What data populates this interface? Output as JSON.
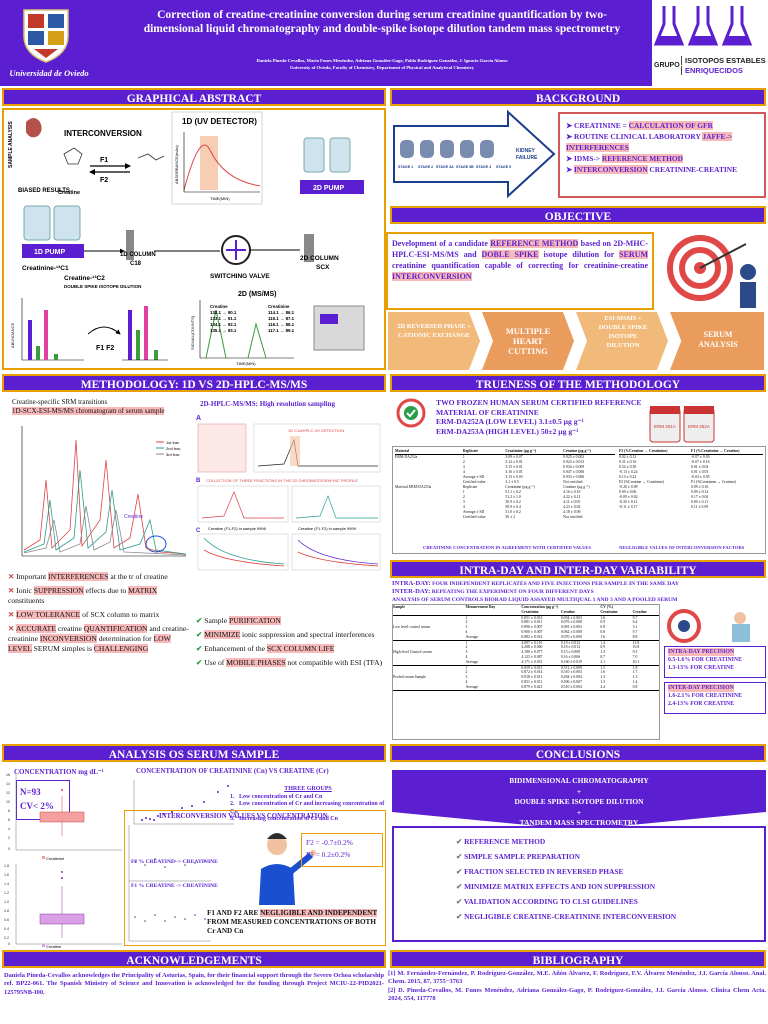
{
  "header": {
    "title": "Correction of creatine-creatinine conversion during serum creatinine quantification by two-dimensional liquid chromatography and double-spike isotope dilution tandem mass spectrometry",
    "authors": "Daniela Pineda-Cevallos, María Funes Menéndez, Adriana González-Gago, Pablo Rodríguez González, J. Ignacio García Alonso",
    "affiliation": "University of Oviedo, Faculty of Chemistry, Department of Physical and Analytical Chemistry",
    "university": "Universidad de Oviedo",
    "group_label": "GRUPO",
    "group_name_1": "ISOTOPOS ESTABLES",
    "group_name_2": "ENRIQUECIDOS"
  },
  "graphical_abstract": {
    "title": "GRAPHICAL ABSTRACT",
    "interconversion": "INTERCONVERSION",
    "sample_analysis": "SAMPLE ANALYSIS",
    "biased_results": "BIASED RESULTS",
    "creatine": "Creatine",
    "f1": "F1",
    "f2": "F2",
    "uv_detector": "1D (UV DETECTOR)",
    "absorbance": "ABSORBANCE(mAu)",
    "time_min": "TIME(MIN)",
    "pump_1d": "1D PUMP",
    "pump_2d": "2D PUMP",
    "column_1d": "1D COLUMN",
    "column_1d_sub": "C18",
    "column_2d": "2D COLUMN",
    "column_2d_sub": "SCX",
    "switching_valve": "SWITCHING VALVE",
    "ms_title": "2D (MS/MS)",
    "signal": "SIGNAL(COUNTS)",
    "creatinine_c1": "Creatinine-¹³C1",
    "creatine_c2": "Creatine-¹³C2",
    "double_spike": "DOUBLE SPIKE ISOTOPE DILUTION",
    "abundance": "ABUNDANCE",
    "f1f2": "F1 F2",
    "creatine_transitions": [
      "Creatine",
      "132.1 → 90.1",
      "133.1 → 91.1",
      "134.1 → 92.1",
      "135.1 → 93.1"
    ],
    "creatinine_transitions": [
      "Creatinine",
      "114.1 → 86.1",
      "115.1 → 87.1",
      "116.1 → 88.1",
      "117.1 → 89.1"
    ]
  },
  "background": {
    "title": "BACKGROUND",
    "kidney_failure": "KIDNEY FAILURE",
    "stages": [
      "STAGE 1",
      "STAGE 2",
      "STAGE 3A",
      "STAGE 3B",
      "STAGE 4",
      "STAGE 5"
    ],
    "items": [
      {
        "pre": "CREATININE = ",
        "hl": "CALCULATION OF GFR",
        "post": ""
      },
      {
        "pre": "ROUTINE CLINICAL LABORATORY ",
        "hl": "JAFFE-> INTERFERENCES",
        "post": ""
      },
      {
        "pre": "IDMS-> ",
        "hl": "REFERENCE METHOD",
        "post": ""
      },
      {
        "pre": "",
        "hl": "INTERCONVERSION",
        "post": " CREATININE-CREATINE"
      }
    ]
  },
  "objective": {
    "title": "OBJECTIVE",
    "text_parts": [
      {
        "t": "Development of a candidate ",
        "h": false
      },
      {
        "t": "REFERENCE METHOD",
        "h": true
      },
      {
        "t": " based on 2D-MHC-HPLC-ESI-MS/MS and ",
        "h": false
      },
      {
        "t": "DOBLE SPIKE",
        "h": true
      },
      {
        "t": " isotope dilution for ",
        "h": false
      },
      {
        "t": "SERUM",
        "h": true
      },
      {
        "t": " creatinine quantification capable of correcting for creatinine-creatine ",
        "h": false
      },
      {
        "t": "INTERCONVERSION",
        "h": true
      }
    ],
    "steps": [
      "2D REVERSED PHASE + CATIONIC EXCHANGE",
      "MULTIPLE HEART CUTTING",
      "ESI-MSMS + DOUBLE SPIKE ISOTOPE DILUTION",
      "SERUM ANALYSIS"
    ]
  },
  "methodology": {
    "title": "METHODOLOGY: 1D VS 2D-HPLC-MS/MS",
    "left_caption_1": "Creatine-specific SRM transitions",
    "left_caption_2": "1D-SCX-ESI-MS/MS chromatogram of serum sample",
    "right_caption": "2D-HPLC-MS/MS: High resolution sampling",
    "panel_a": "A",
    "panel_a_title": "1D C18/HPLC UV DETECTION",
    "panel_b_title": "COLLECTION OF THREE FRACTIONS IN THE 2D CHROMATOGRAPHIC PROFILE",
    "panel_c_title_1": "Creatine (F1-F2) in sample 9998",
    "panel_c_title_2": "Creatine (F1-F2) in sample 9999",
    "chromatogram_label": "Creatine",
    "legend": [
      "1st frac",
      "2nd frac",
      "3rd frac"
    ],
    "cons": [
      {
        "pre": "Important ",
        "hl": "INTERFERENCES",
        "post": " at the tr of creatine"
      },
      {
        "pre": "Ionic ",
        "hl": "SUPPRESSION",
        "post": " effects due to ",
        "hl2": "MATRIX",
        "post2": " constituents"
      },
      {
        "pre": "",
        "hl": "LOW TOLERANCE",
        "post": " of SCX column to matrix"
      },
      {
        "pre": "",
        "hl": "ACCURATE",
        "post": " creatine ",
        "hl2": "QUANTIFICATION",
        "post2": " and creatine-creatinine ",
        "hl3": "INCONVERSION",
        "post3": " determination for ",
        "hl4": "LOW LEVEL",
        "post4": " SERUM simples is ",
        "hl5": "CHALLENGING"
      }
    ],
    "pros": [
      {
        "pre": "Sample ",
        "hl": "PURIFICATION",
        "post": ""
      },
      {
        "pre": "",
        "hl": "MINIMIZE",
        "post": " ionic suppression and spectral interferences"
      },
      {
        "pre": "Enhancement of the ",
        "hl": "SCX COLUMN LIFE",
        "post": ""
      },
      {
        "pre": "Use of ",
        "hl": "MOBILE PHASES",
        "post": " not compatible with ESI (TFA)"
      }
    ]
  },
  "trueness": {
    "title": "TRUENESS OF THE METHODOLOGY",
    "line1": "TWO FROZEN HUMAN SERUM CERTIFIED REFERENCE MATERIAL OF CREATININE",
    "line2": "ERM-DA252A (LOW LEVEL) 3.1±0.5 µg g⁻¹",
    "line3": "ERM-DA253A (HIGH LEVEL) 50±2 µg g⁻¹",
    "vial1": "ERM 251A",
    "vial2": "ERM 252A",
    "table_headers": [
      "Material",
      "Replicate",
      "Creatinine (µg g⁻¹)",
      "Creatine (µg g⁻¹)"
    ],
    "table_rows": [
      [
        "ERM-DA252a",
        "1",
        "3.09 ± 0.07",
        "0.925 ± 0.002"
      ],
      [
        "",
        "2",
        "3.12 ± 0.01",
        "0.924 ± 0.013"
      ],
      [
        "",
        "3",
        "3.15 ± 0.01",
        "0.934 ± 0.009"
      ],
      [
        "",
        "4",
        "3.16 ± 0.01",
        "0.947 ± 0.006"
      ],
      [
        "",
        "Average ± SD",
        "3.13 ± 0.03",
        "0.933 ± 0.006"
      ],
      [
        "",
        "Certified value",
        "3.1 ± 0.5",
        "Not certified"
      ],
      [
        "Material ERM-DA253a",
        "Replicate",
        "Creatinine (µg g⁻¹)",
        "Creatine (µg g⁻¹)"
      ],
      [
        "",
        "1",
        "51.1 ± 0.2",
        "4.16 ± 0.19"
      ],
      [
        "",
        "2",
        "51.2 ± 1.0",
        "4.22 ± 0.12"
      ],
      [
        "",
        "3",
        "50.9 ± 0.2",
        "4.11 ± 0.05"
      ],
      [
        "",
        "4",
        "50.9 ± 0.4",
        "4.23 ± 0.02"
      ],
      [
        "",
        "Average ± SD",
        "51.0 ± 0.2",
        "4.18 ± 0.06"
      ],
      [
        "",
        "Certified value",
        "50 ± 2",
        "Not certified"
      ]
    ],
    "right_headers": [
      "F2 (%Creatine → Creatinine)",
      "F1 (%Creatinine → Creatine)"
    ],
    "right_rows": [
      [
        "0.02 ± 0.13",
        "-0.07 ± 0.03"
      ],
      [
        "0.31 ± 0.16",
        "-0.07 ± 0.16"
      ],
      [
        "0.52 ± 0.30",
        "0.01 ± 0.04"
      ],
      [
        "-0.13 ± 0.24",
        "0.01 ± 0.03"
      ],
      [
        "0.13 ± 0.22",
        "-0.03 ± 0.05"
      ],
      [
        "",
        ""
      ],
      [
        "F2 (%Creatine → Creatinine)",
        "F1 (%Creatinine → Creatine)"
      ],
      [
        "-0.26 ± 0.09",
        "0.09 ± 0.16"
      ],
      [
        "0.00 ± 0.06",
        "0.09 ± 0.12"
      ],
      [
        "-0.09 ± 0.02",
        "0.17 ± 0.04"
      ],
      [
        "-0.35 ± 0.11",
        "0.00 ± 0.11"
      ],
      [
        "-0.11 ± 0.17",
        "0.11 ± 0.09"
      ]
    ],
    "caption_left": "CREATININE CONCENTRATION IN AGREEMENT WITH CERTIFIED VALUES",
    "caption_right": "NEGLIGIBLE VALUES OF INTERCONVERSION FACTORS"
  },
  "variability": {
    "title": "INTRA-DAY AND INTER-DAY VARIABILITY",
    "line1_label": "INTRA-DAY:",
    "line1": " FOUR INDEPENDENT REPLICATES AND FIVE INJECTIONS PER SAMPLE IN THE SAME DAY",
    "line2_label": "INTER-DAY:",
    "line2": " REPEATING THE EXPERIMENT ON FOUR DIFFERENT DAYS",
    "line3": "ANALYSIS OF SERUM CONTROLS BIORAD LIQUID ASSAYED MULTIQUAL 1 AND 3 AND A POOLED SERUM",
    "table_headers": [
      "Sample",
      "Measurement Day",
      "Concentration (µg g⁻¹)",
      "",
      "CV (%)",
      ""
    ],
    "table_subheaders": [
      "",
      "",
      "Creatinine",
      "Creatine",
      "Creatinine",
      "Creatine"
    ],
    "groups": [
      {
        "name": "Low level control serum",
        "rows": [
          [
            "1",
            "0.851 ± 0.013",
            "0.054 ± 0.003",
            "1.6",
            "9.7"
          ],
          [
            "2",
            "0.881 ± 0.011",
            "0.076 ± 0.008",
            "0.9",
            "6.4"
          ],
          [
            "3",
            "0.896 ± 0.007",
            "0.081 ± 0.003",
            "0.8",
            "3.1"
          ],
          [
            "4",
            "0.900 ± 0.007",
            "0.062 ± 0.008",
            "0.8",
            "9.7"
          ],
          [
            "Average",
            "0.882 ± 0.014",
            "0.070 ± 0.009",
            "1.6",
            "8.8"
          ]
        ]
      },
      {
        "name": "High level Control serum",
        "rows": [
          [
            "1",
            "4.097 ± 0.110",
            "0.19 ± 0.013",
            "1.4",
            "13.8"
          ],
          [
            "2",
            "4.208 ± 0.060",
            "0.18 ± 0.014",
            "0.9",
            "10.8"
          ],
          [
            "3",
            "4.180 ± 0.077",
            "0.15 ± 0.008",
            "1.3",
            "9.3"
          ],
          [
            "4",
            "4.123 ± 0.087",
            "0.16 ± 0.006",
            "0.7",
            "7.0"
          ],
          [
            "Average",
            "4.171 ± 0.051",
            "0.160 ± 0.019",
            "2.1",
            "10.1"
          ]
        ]
      },
      {
        "name": "Pooled serum Sample",
        "rows": [
          [
            "1",
            "0.859 ± 0.013",
            "0.512 ± 0.009",
            "1.5",
            "1.8"
          ],
          [
            "2",
            "0.872 ± 0.014",
            "0.510 ± 0.003",
            "1.6",
            "1.7"
          ],
          [
            "3",
            "0.818 ± 0.011",
            "0.494 ± 0.004",
            "1.3",
            "1.3"
          ],
          [
            "4",
            "0.851 ± 0.011",
            "0.506 ± 0.007",
            "1.3",
            "1.4"
          ],
          [
            "Average",
            "0.879 ± 0.021",
            "0.510 ± 0.004",
            "2.4",
            "0.8"
          ]
        ]
      }
    ],
    "intra_title": "INTRA-DAY PRECISION",
    "intra_1": "0.5-1.6% FOR CREATININE",
    "intra_2": "1.3-13% FOR CREATINE",
    "inter_title": "INTER-DAY PRECISION",
    "inter_1": "1.6-2.1% FOR CREATININE",
    "inter_2": "2.4-13% FOR CREATINE"
  },
  "analysis": {
    "title": "ANALYSIS OS SERUM SAMPLE",
    "conc_label": "CONCENTRATION mg dL⁻¹",
    "n": "N=93",
    "cv": "CV< 2%",
    "box1_label": "Creatinine",
    "box2_label": "Creatine",
    "scatter_title": "CONCENTRATION OF CREATININE (Cn) VS CREATINE (Cr)",
    "groups_title": "THREE GROUPS",
    "groups": [
      "Low concentration of Cr and Cn",
      "Low concentration of Cr and increasing concentration of Cn",
      "Increasing concentration of Cr and Cn"
    ],
    "interconv_title": "INTERCONVERSION VALUES VS CONCENTRATION",
    "f2_line": "F2 % CREATINE -> CREATININE",
    "f1_line": "F1 % CREATINE -> CREATININE",
    "f2_value": "F2 = -0.7±0.2%",
    "f1_value": "F1 = 0.2±0.2%",
    "conclusion_text_parts": [
      {
        "t": "F1 AND F2 ARE ",
        "h": false
      },
      {
        "t": "NEGLIGIBLE AND INDEPENDENT",
        "h": true
      },
      {
        "t": " FROM MEASURED CONCENTRATIONS OF BOTH Cr AND Cn",
        "h": false
      }
    ],
    "y_ticks_top": [
      "16",
      "14",
      "12",
      "10",
      "8",
      "6",
      "4",
      "2",
      "0"
    ],
    "y_ticks_bottom": [
      "1.8",
      "1.6",
      "1.4",
      "1.2",
      "1.0",
      "0.8",
      "0.6",
      "0.4",
      "0.2",
      "0"
    ]
  },
  "conclusions": {
    "title": "CONCLUSIONS",
    "banner_1": "BIDIMENSIONAL CHROMATOGRAPHY",
    "banner_2": "+",
    "banner_3": "DOUBLE SPIKE ISOTOPE DILUTION",
    "banner_4": "+",
    "banner_5": "TANDEM MASS SPECTROMETRY",
    "items": [
      "REFERENCE METHOD",
      "SIMPLE SAMPLE PREPARATION",
      "FRACTION SELECTED IN REVERSED PHASE",
      "MINIMIZE MATRIX EFFECTS AND ION SUPPRESSION",
      "VALIDATION ACCORDING TO CLSI GUIDELINES",
      "NEGLIGIBLE CREATINE-CREATININE INTERCONVERSION"
    ]
  },
  "acknowledgements": {
    "title": "ACKNOWLEDGEMENTS",
    "text": "Daniela Pineda-Cevallos acknowledges the Principality of Asturias, Spain, for their financial support through the Severo Ochoa scholarship ref. BP22-061. The Spanish Ministry of Science and Innovation is acknowledged for the funding through Project MCIU-22-PID2021-125795NB-I00."
  },
  "bibliography": {
    "title": "BIBLIOGRAPHY",
    "refs": [
      "[1] M. Fernández-Fernández, P. Rodríguez-González, M.E. Añón Álvarez, F. Rodríguez, F.V. Álvarez Menéndez, J.I. García Alonso. Anal. Chem. 2015, 87, 3755−3763",
      "[2] D. Pineda-Cevallos, M. Funes Menéndez, Adriana González-Gago, P. Rodríguez-González, J.I. García Alonso. Clinica Chem Acta. 2024, 554, 117778"
    ]
  },
  "colors": {
    "brand": "#5b1fd1",
    "accent": "#e8a000",
    "highlight": "#f7b9b9",
    "chevron": "#f1b97a"
  }
}
